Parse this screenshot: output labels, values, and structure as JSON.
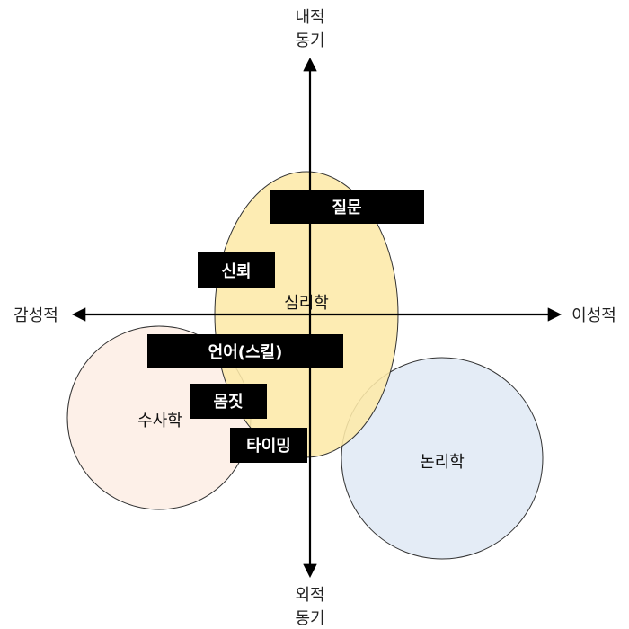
{
  "axes": {
    "top": [
      "내적",
      "동기"
    ],
    "bottom": [
      "외적",
      "동기"
    ],
    "left": "감성적",
    "right": "이성적"
  },
  "regions": {
    "psychology": {
      "label": "심리학",
      "color": "#fde9a9"
    },
    "rhetoric": {
      "label": "수사학",
      "color": "#fdf0e8"
    },
    "logic": {
      "label": "논리학",
      "color": "#e4ecf6"
    }
  },
  "tags": {
    "question": "질문",
    "trust": "신뢰",
    "language": "언어(스킬)",
    "gesture": "몸짓",
    "timing": "타이밍"
  },
  "colors": {
    "axis": "#000000",
    "tag_bg": "#000000",
    "outline": "#333333"
  }
}
